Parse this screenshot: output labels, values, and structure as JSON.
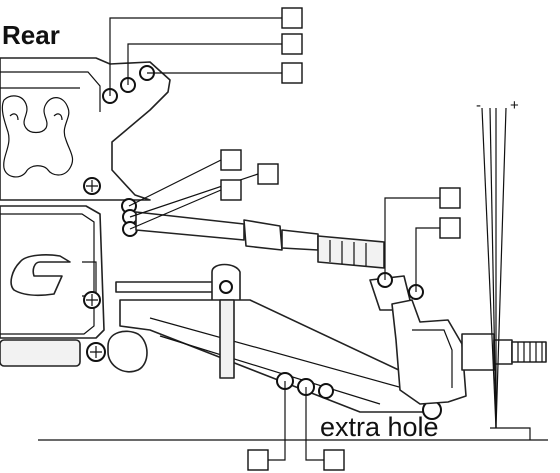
{
  "title": "Rear",
  "camber_minus": "-",
  "camber_plus": "+",
  "extra_hole_label": "extra hole",
  "callout_count": 11
}
